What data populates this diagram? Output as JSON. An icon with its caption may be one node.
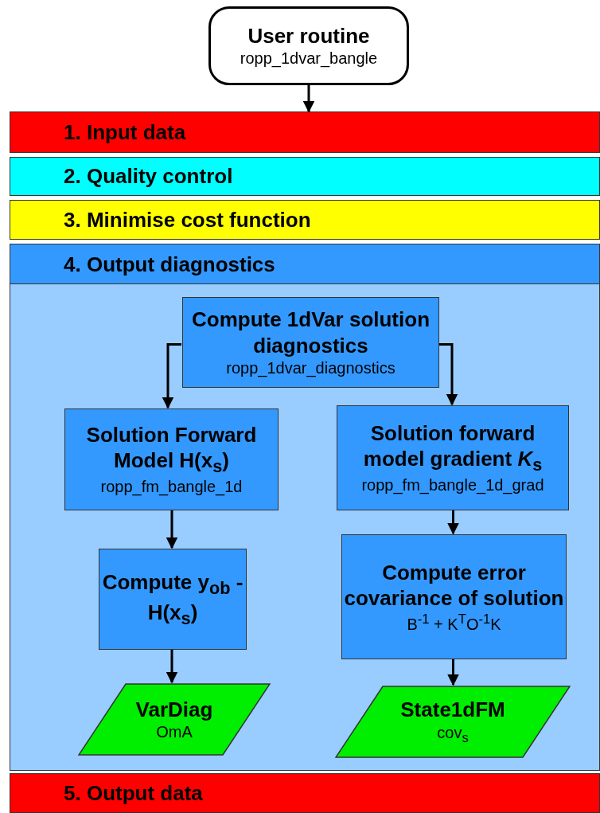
{
  "diagram": {
    "nodes": [
      {
        "text": [
          "User routine",
          "ropp_1dvar_bangle"
        ]
      },
      {
        "text": [
          "1. Input data"
        ]
      },
      {
        "text": [
          "2. Quality control"
        ]
      },
      {
        "text": [
          "3. Minimise cost function"
        ]
      },
      {
        "text": [
          "4. Output diagnostics"
        ]
      },
      {
        "text": [
          "Compute 1dVar solution diagnostics",
          "ropp_1dvar_diagnostics"
        ],
        "in": 4
      },
      {
        "text": [
          "Solution Forward Model H(x$_{s}$)",
          "ropp_fm_bangle_1d"
        ],
        "in": 4
      },
      {
        "text": [
          "Solution forward model gradient *K*$_{s}$",
          "ropp_fm_bangle_1d_grad"
        ],
        "in": 4
      },
      {
        "text": [
          "Compute y$_{ob}$ - H(x$_{s}$)"
        ],
        "in": 4
      },
      {
        "text": [
          "Compute error covariance of solution",
          "B$^{-1}$ + K$^{T}$O$^{-1}$K"
        ],
        "in": 4
      },
      {
        "text": [
          "VarDiag",
          "OmA"
        ],
        "in": 4
      },
      {
        "text": [
          "State1dFM",
          "cov$_{s}$"
        ],
        "in": 4
      },
      {
        "text": [
          "5. Output data"
        ]
      }
    ],
    "edges": [
      {
        "from": 0,
        "to": 1,
        "arrow": "to"
      },
      {
        "from": 5,
        "to": 6,
        "arrow": "to"
      },
      {
        "from": 5,
        "to": 7,
        "arrow": "to"
      },
      {
        "from": 6,
        "to": 8,
        "arrow": "to"
      },
      {
        "from": 7,
        "to": 9,
        "arrow": "to"
      },
      {
        "from": 8,
        "to": 10,
        "arrow": "to"
      },
      {
        "from": 9,
        "to": 11,
        "arrow": "to"
      }
    ]
  }
}
